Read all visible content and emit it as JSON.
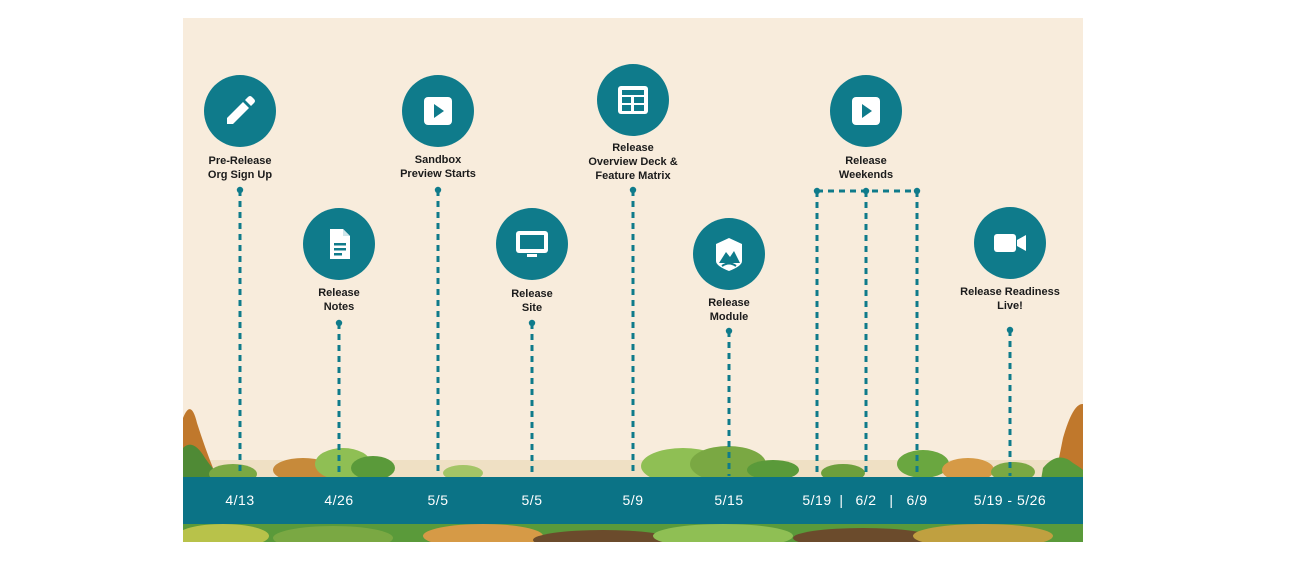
{
  "colors": {
    "teal": "#0f7b8b",
    "date_bar": "#0b7386",
    "background": "#f8ecdc",
    "label_text": "#1b1b1b"
  },
  "milestones": [
    {
      "id": "pre-release-org-sign-up",
      "icon": "pencil-icon",
      "label_lines": [
        "Pre-Release",
        "Org Sign Up"
      ],
      "date": "4/13"
    },
    {
      "id": "release-notes",
      "icon": "document-icon",
      "label_lines": [
        "Release",
        "Notes"
      ],
      "date": "4/26"
    },
    {
      "id": "sandbox-preview-starts",
      "icon": "play-icon",
      "label_lines": [
        "Sandbox",
        "Preview Starts"
      ],
      "date": "5/5"
    },
    {
      "id": "release-site",
      "icon": "monitor-icon",
      "label_lines": [
        "Release",
        "Site"
      ],
      "date": "5/5"
    },
    {
      "id": "release-overview-deck",
      "icon": "table-icon",
      "label_lines": [
        "Release",
        "Overview Deck &",
        "Feature Matrix"
      ],
      "date": "5/9"
    },
    {
      "id": "release-module",
      "icon": "mountain-badge-icon",
      "label_lines": [
        "Release",
        "Module"
      ],
      "date": "5/15"
    },
    {
      "id": "release-weekends",
      "icon": "play-icon",
      "label_lines": [
        "Release",
        "Weekends"
      ],
      "dates": [
        "5/19",
        "6/2",
        "6/9"
      ],
      "separator": "|"
    },
    {
      "id": "release-readiness-live",
      "icon": "video-camera-icon",
      "label_lines": [
        "Release Readiness",
        "Live!"
      ],
      "date": "5/19 - 5/26"
    }
  ]
}
